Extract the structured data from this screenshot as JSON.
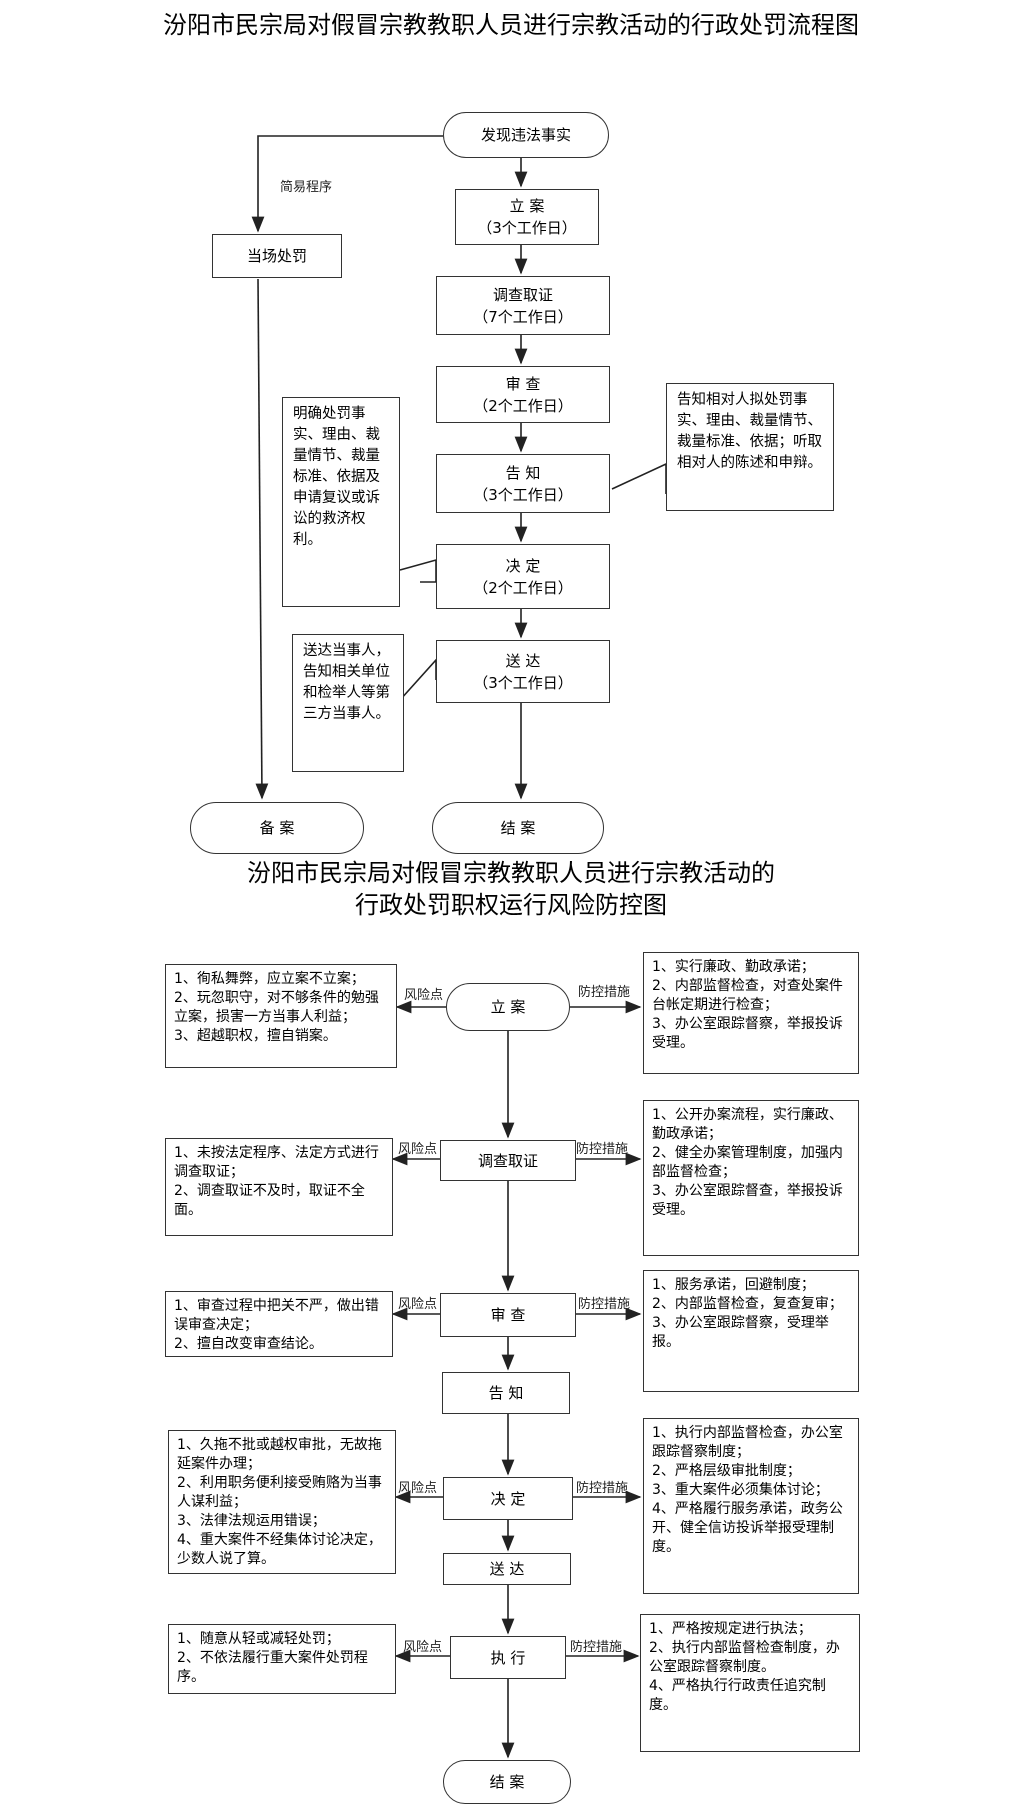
{
  "chart1": {
    "title": "汾阳市民宗局对假冒宗教教职人员进行宗教活动的行政处罚流程图",
    "start": "发现违法事实",
    "simple_label": "简易程序",
    "onsite": "当场处罚",
    "steps": [
      {
        "name": "立 案",
        "days": "（3个工作日）"
      },
      {
        "name": "调查取证",
        "days": "（7个工作日）"
      },
      {
        "name": "审 查",
        "days": "（2个工作日）"
      },
      {
        "name": "告 知",
        "days": "（3个工作日）"
      },
      {
        "name": "决 定",
        "days": "（2个工作日）"
      },
      {
        "name": "送 达",
        "days": "（3个工作日）"
      }
    ],
    "note_left_decision": "明确处罚事实、理由、裁量情节、裁量标准、依据及申请复议或诉讼的救济权利。",
    "note_right_notify": "告知相对人拟处罚事实、理由、裁量情节、裁量标准、依据；听取相对人的陈述和申辩。",
    "note_left_deliver": "送达当事人，告知相关单位和检举人等第三方当事人。",
    "archive": "备 案",
    "end": "结 案"
  },
  "chart2": {
    "title_line1": "汾阳市民宗局对假冒宗教教职人员进行宗教活动的",
    "title_line2": "行政处罚职权运行风险防控图",
    "risk_label": "风险点",
    "control_label": "防控措施",
    "steps": [
      "立 案",
      "调查取证",
      "审 查",
      "告 知",
      "决 定",
      "送 达",
      "执 行",
      "结 案"
    ],
    "risks": [
      [
        "1、徇私舞弊，应立案不立案；",
        "2、玩忽职守，对不够条件的勉强立案，损害一方当事人利益；",
        "3、超越职权，擅自销案。"
      ],
      [
        "1、未按法定程序、法定方式进行调查取证；",
        "2、调查取证不及时，取证不全面。"
      ],
      [
        "1、审查过程中把关不严，做出错误审查决定；",
        "2、擅自改变审查结论。"
      ],
      [
        "1、久拖不批或越权审批，无故拖延案件办理；",
        "2、利用职务便利接受贿赂为当事人谋利益；",
        "3、法律法规运用错误；",
        "4、重大案件不经集体讨论决定，少数人说了算。"
      ],
      [
        "1、随意从轻或减轻处罚；",
        "2、不依法履行重大案件处罚程序。"
      ]
    ],
    "controls": [
      [
        "1、实行廉政、勤政承诺；",
        "2、内部监督检查，对查处案件台帐定期进行检查；",
        "3、办公室跟踪督察，举报投诉受理。"
      ],
      [
        "1、公开办案流程，实行廉政、勤政承诺；",
        "2、健全办案管理制度，加强内部监督检查；",
        "3、办公室跟踪督查，举报投诉受理。"
      ],
      [
        "1、服务承诺，回避制度；",
        "2、内部监督检查，复查复审；",
        "3、办公室跟踪督察，受理举报。"
      ],
      [
        "1、执行内部监督检查，办公室跟踪督察制度；",
        "2、严格层级审批制度；",
        "3、重大案件必须集体讨论；",
        "4、严格履行服务承诺，政务公开、健全信访投诉举报受理制度。"
      ],
      [
        "1、严格按规定进行执法；",
        "2、执行内部监督检查制度，办公室跟踪督察制度。",
        "4、严格执行行政责任追究制度。"
      ]
    ]
  }
}
